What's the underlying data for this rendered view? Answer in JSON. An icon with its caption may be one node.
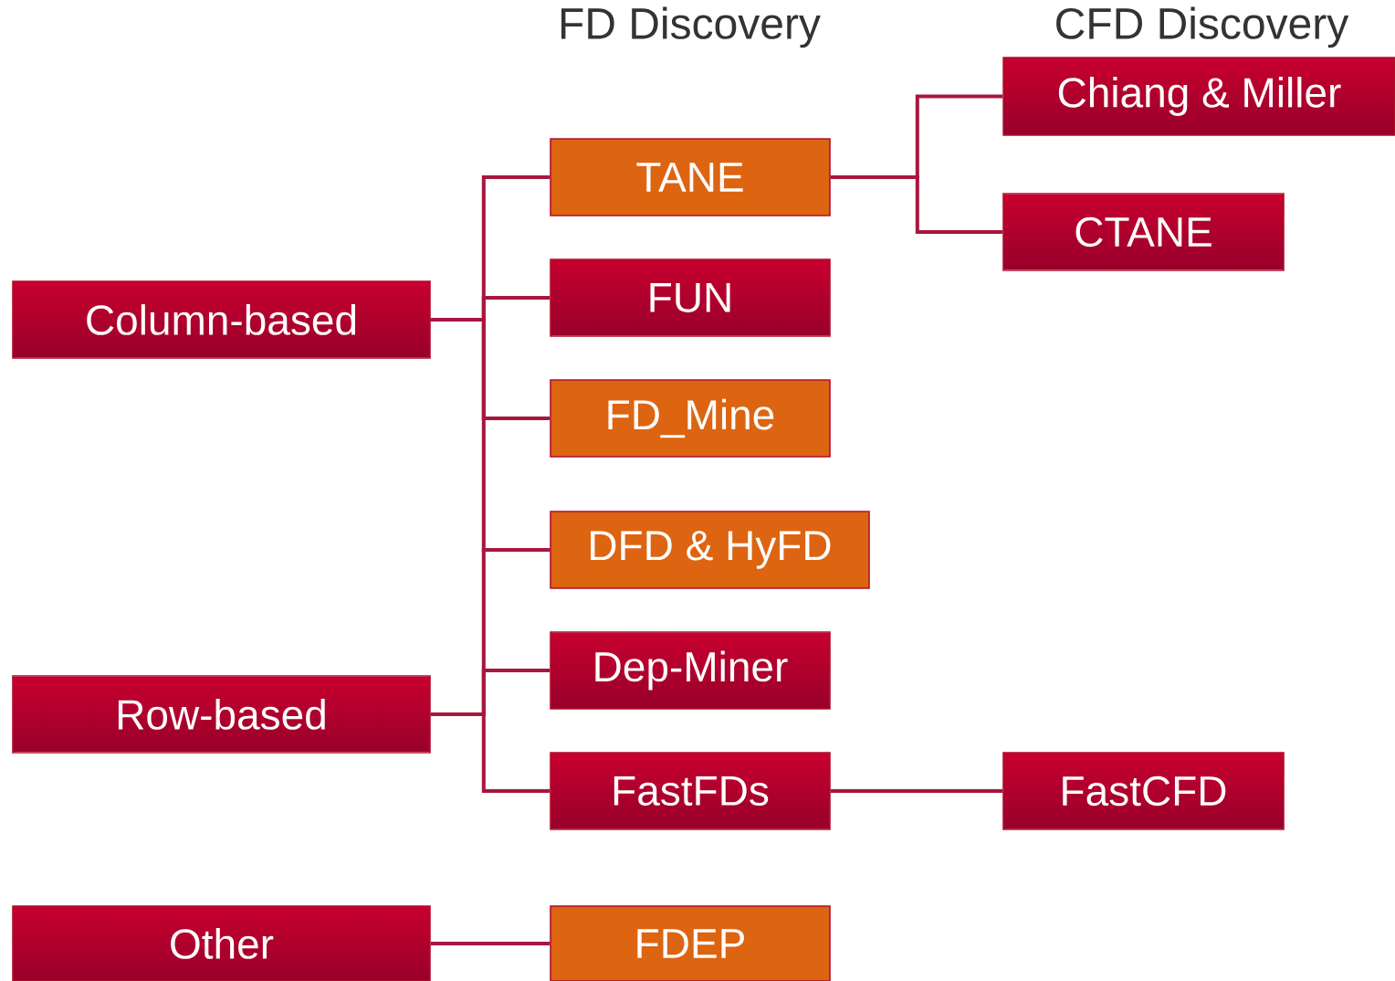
{
  "diagram": {
    "nodes": [
      {
        "text": [
          "Column-based"
        ]
      },
      {
        "text": [
          "Row-based"
        ]
      },
      {
        "text": [
          "Other"
        ]
      },
      {
        "text": [
          "TANE"
        ]
      },
      {
        "text": [
          "FUN"
        ]
      },
      {
        "text": [
          "FD_Mine"
        ]
      },
      {
        "text": [
          "DFD & HyFD"
        ]
      },
      {
        "text": [
          "Dep-Miner"
        ]
      },
      {
        "text": [
          "FastFDs"
        ]
      },
      {
        "text": [
          "FDEP"
        ]
      },
      {
        "text": [
          "Chiang & Miller"
        ]
      },
      {
        "text": [
          "CTANE"
        ]
      },
      {
        "text": [
          "FastCFD"
        ]
      }
    ],
    "edges": [
      {
        "from": 0,
        "to": 3,
        "arrow": "none"
      },
      {
        "from": 0,
        "to": 4,
        "arrow": "none"
      },
      {
        "from": 0,
        "to": 5,
        "arrow": "none"
      },
      {
        "from": 0,
        "to": 6,
        "arrow": "none"
      },
      {
        "from": 1,
        "to": 6,
        "arrow": "none"
      },
      {
        "from": 1,
        "to": 7,
        "arrow": "none"
      },
      {
        "from": 1,
        "to": 8,
        "arrow": "none"
      },
      {
        "from": 2,
        "to": 9,
        "arrow": "none"
      },
      {
        "from": 3,
        "to": 10,
        "arrow": "none"
      },
      {
        "from": 3,
        "to": 11,
        "arrow": "none"
      },
      {
        "from": 8,
        "to": 12,
        "arrow": "none"
      }
    ],
    "labels": [
      "FD Discovery",
      "CFD Discovery"
    ]
  }
}
